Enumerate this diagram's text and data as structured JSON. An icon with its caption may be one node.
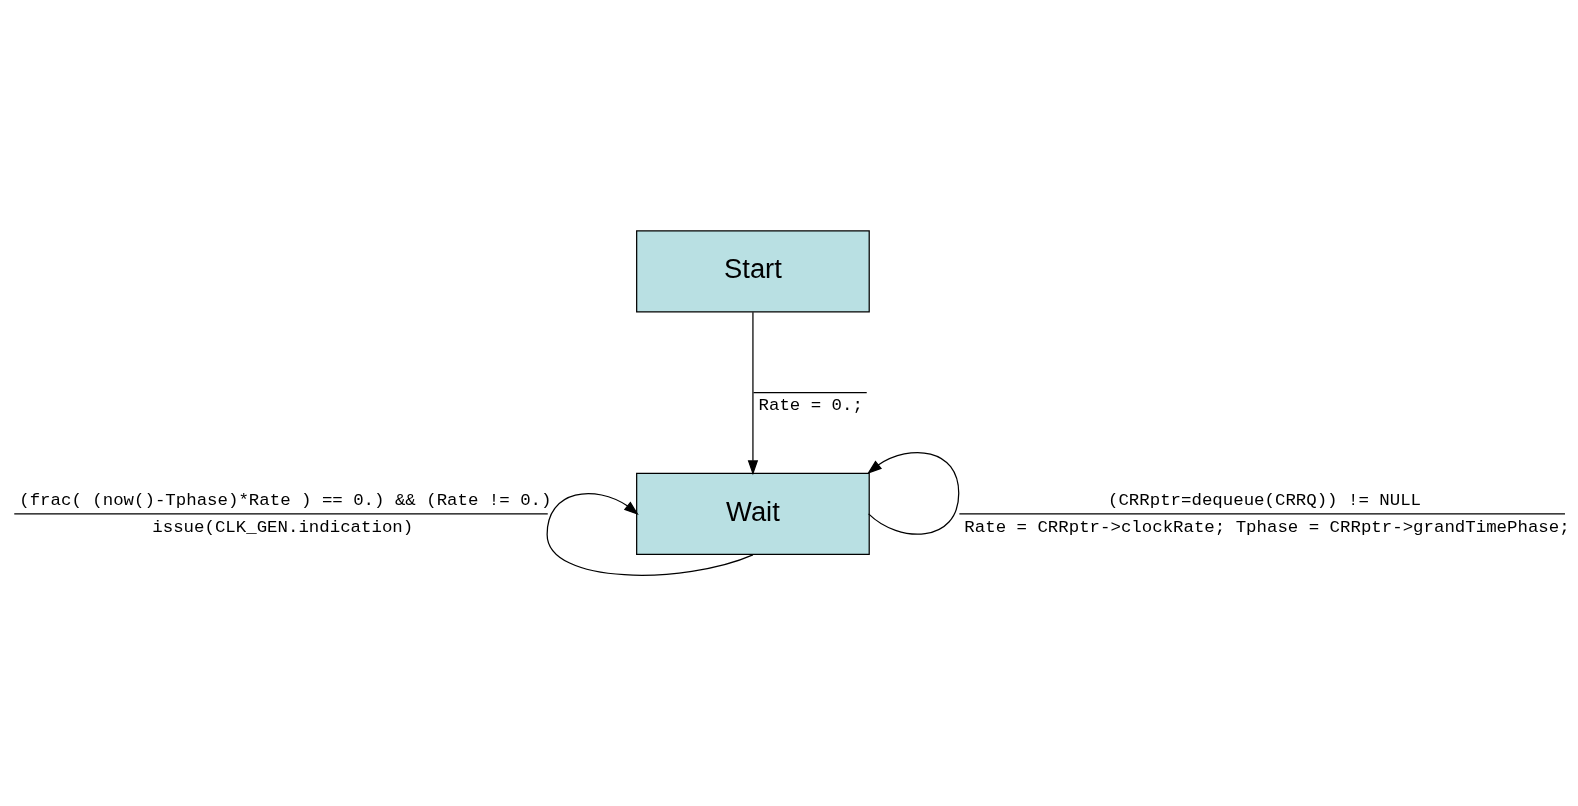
{
  "diagram": {
    "nodes": [
      {
        "text": [
          "Start"
        ]
      },
      {
        "text": [
          "Wait"
        ]
      }
    ],
    "edges": [
      {
        "from": 0,
        "to": 1,
        "arrow": "to",
        "label": [
          "Rate = 0.;"
        ]
      },
      {
        "from": 1,
        "to": 1,
        "arrow": "to",
        "label": [
          "(CRRptr=dequeue(CRRQ)) != NULL",
          "Rate = CRRptr->clockRate; Tphase = CRRptr->grandTimePhase;"
        ]
      },
      {
        "from": 1,
        "to": 1,
        "arrow": "to",
        "label": [
          "(frac( (now()-Tphase)*Rate ) == 0.) && (Rate != 0.)",
          "issue(CLK_GEN.indication)"
        ]
      }
    ]
  }
}
